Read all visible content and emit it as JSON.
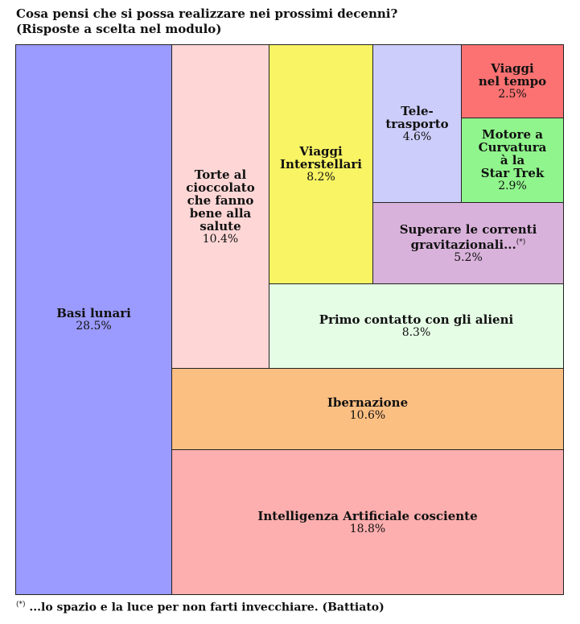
{
  "chart_data": {
    "type": "treemap",
    "title": "Cosa pensi che si possa realizzare nei prossimi decenni?",
    "subtitle": "(Risposte a scelta nel modulo)",
    "footnote": {
      "marker": "(*)",
      "text": "...lo spazio e la luce per non farti invecchiare. (Battiato)"
    },
    "items": [
      {
        "id": "basi-lunari",
        "label": "Basi lunari",
        "value": 28.5,
        "value_text": "28.5%",
        "color": "#9b9bff"
      },
      {
        "id": "torte",
        "label": "Torte al\ncioccolato\nche fanno\nbene alla\nsalute",
        "value": 10.4,
        "value_text": "10.4%",
        "color": "#ffd6d6"
      },
      {
        "id": "viaggi-interstellari",
        "label": "Viaggi\nInterstellari",
        "value": 8.2,
        "value_text": "8.2%",
        "color": "#f8f464"
      },
      {
        "id": "teletrasporto",
        "label": "Tele-\ntrasporto",
        "value": 4.6,
        "value_text": "4.6%",
        "color": "#cdcdfb"
      },
      {
        "id": "viaggi-tempo",
        "label": "Viaggi\nnel tempo",
        "value": 2.5,
        "value_text": "2.5%",
        "color": "#fc7272"
      },
      {
        "id": "motore-curvatura",
        "label": "Motore a\nCurvatura\nà la\nStar Trek",
        "value": 2.9,
        "value_text": "2.9%",
        "color": "#90f58c"
      },
      {
        "id": "correnti-gravitazionali",
        "label": "Superare le correnti\ngravitazionali...",
        "label_marker": "(*)",
        "value": 5.2,
        "value_text": "5.2%",
        "color": "#d9b2db"
      },
      {
        "id": "primo-contatto",
        "label": "Primo contatto con gli alieni",
        "value": 8.3,
        "value_text": "8.3%",
        "color": "#e5fce5"
      },
      {
        "id": "ibernazione",
        "label": "Ibernazione",
        "value": 10.6,
        "value_text": "10.6%",
        "color": "#fcbf82"
      },
      {
        "id": "intelligenza-artificiale",
        "label": "Intelligenza Artificiale cosciente",
        "value": 18.8,
        "value_text": "18.8%",
        "color": "#fdaeae"
      }
    ]
  }
}
